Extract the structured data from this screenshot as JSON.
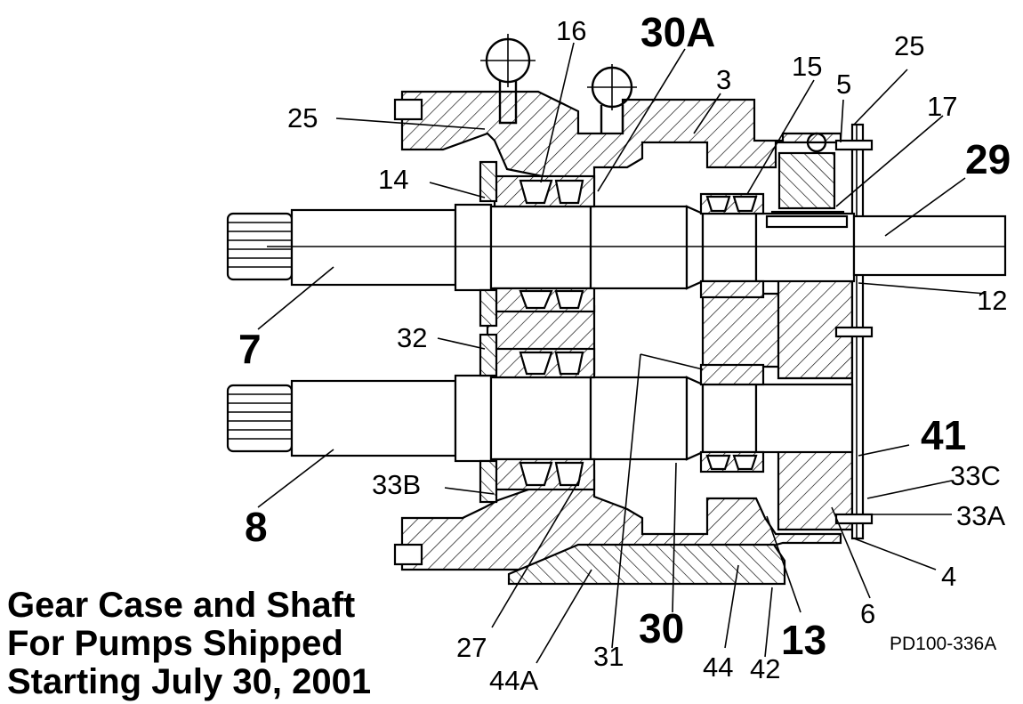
{
  "title_lines": [
    "Gear Case and Shaft",
    "For Pumps Shipped",
    "Starting July 30, 2001"
  ],
  "drawing_number": "PD100-336A",
  "callouts": {
    "c16": "16",
    "c30A": "30A",
    "c15": "15",
    "c25_top": "25",
    "c3": "3",
    "c5": "5",
    "c17": "17",
    "c25_left": "25",
    "c14": "14",
    "c29": "29",
    "c12": "12",
    "c7": "7",
    "c32": "32",
    "c41": "41",
    "c33C": "33C",
    "c33B": "33B",
    "c33A": "33A",
    "c8": "8",
    "c4": "4",
    "c6": "6",
    "c27": "27",
    "c31": "31",
    "c30": "30",
    "c13": "13",
    "c44": "44",
    "c42": "42",
    "c44A": "44A"
  }
}
